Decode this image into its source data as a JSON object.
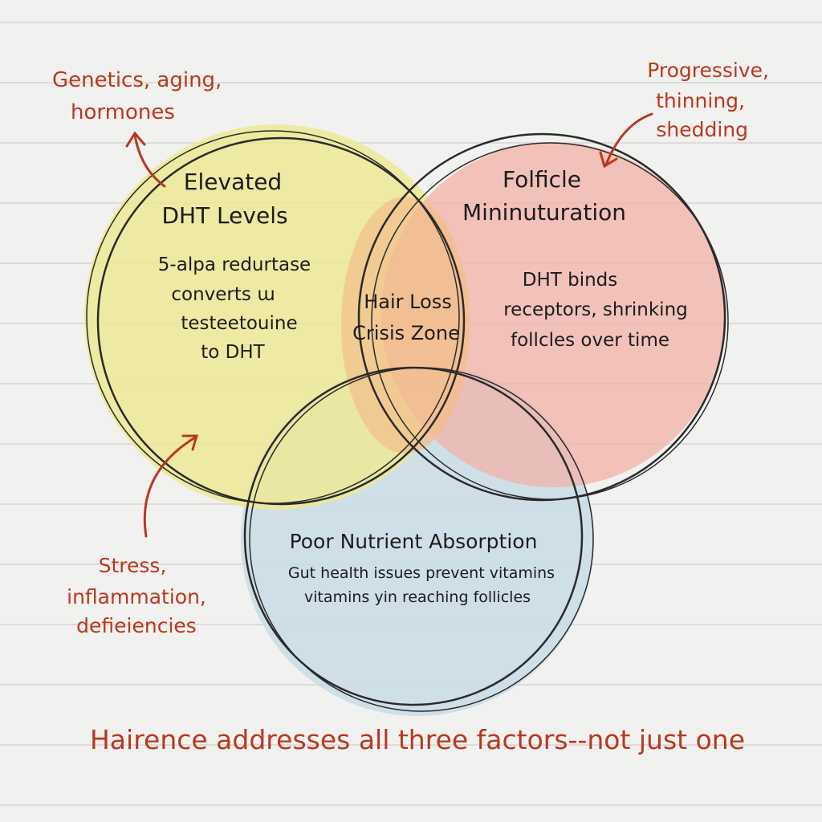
{
  "colors": {
    "yellow": "#efe890",
    "pink": "#f2b1a8",
    "blue": "#c9dce6",
    "overlap": "#f2bd8a",
    "annotation": "#b8391f",
    "ink": "#1c1c1c"
  },
  "circles": {
    "dht": {
      "title": [
        "Elevated",
        "DHT Levels"
      ],
      "body": [
        "5-alpa redurtase",
        "converts ɯ",
        "testeetouine",
        "to DHT"
      ]
    },
    "follicle": {
      "title": [
        "Folficle",
        "Mininuturation"
      ],
      "body": [
        "DHT binds",
        "receptors, shrinking",
        "follcles over time"
      ]
    },
    "nutrient": {
      "title": "Poor Nutrient Absorption",
      "body": [
        "Gut health issues prevent vitamins",
        "vitamins yin reaching follicles"
      ]
    },
    "center": [
      "Hair Loss",
      "Crisis Zone"
    ]
  },
  "annotations": {
    "top_left": [
      "Genetics, aging,",
      "hormones"
    ],
    "top_right": [
      "Progressive,",
      "thinning,",
      "shedding"
    ],
    "bottom_left": [
      "Stress,",
      "inflammation,",
      "defieiencies"
    ]
  },
  "footer": "Hairence addresses all three factors--not just one"
}
